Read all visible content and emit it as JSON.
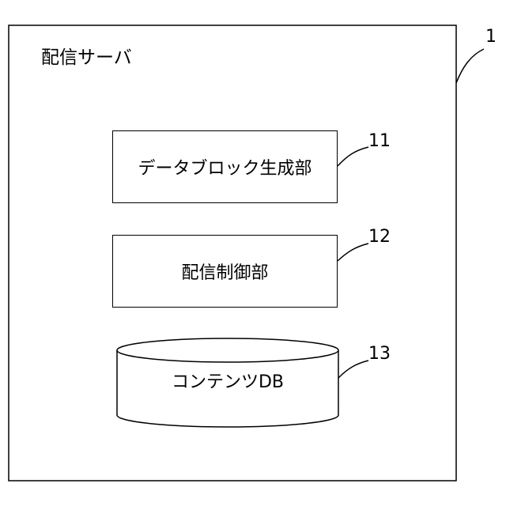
{
  "server": {
    "title": "配信サーバ",
    "ref": "1"
  },
  "components": [
    {
      "label": "データブロック生成部",
      "ref": "11"
    },
    {
      "label": "配信制御部",
      "ref": "12"
    },
    {
      "label": "コンテンツDB",
      "ref": "13"
    }
  ]
}
